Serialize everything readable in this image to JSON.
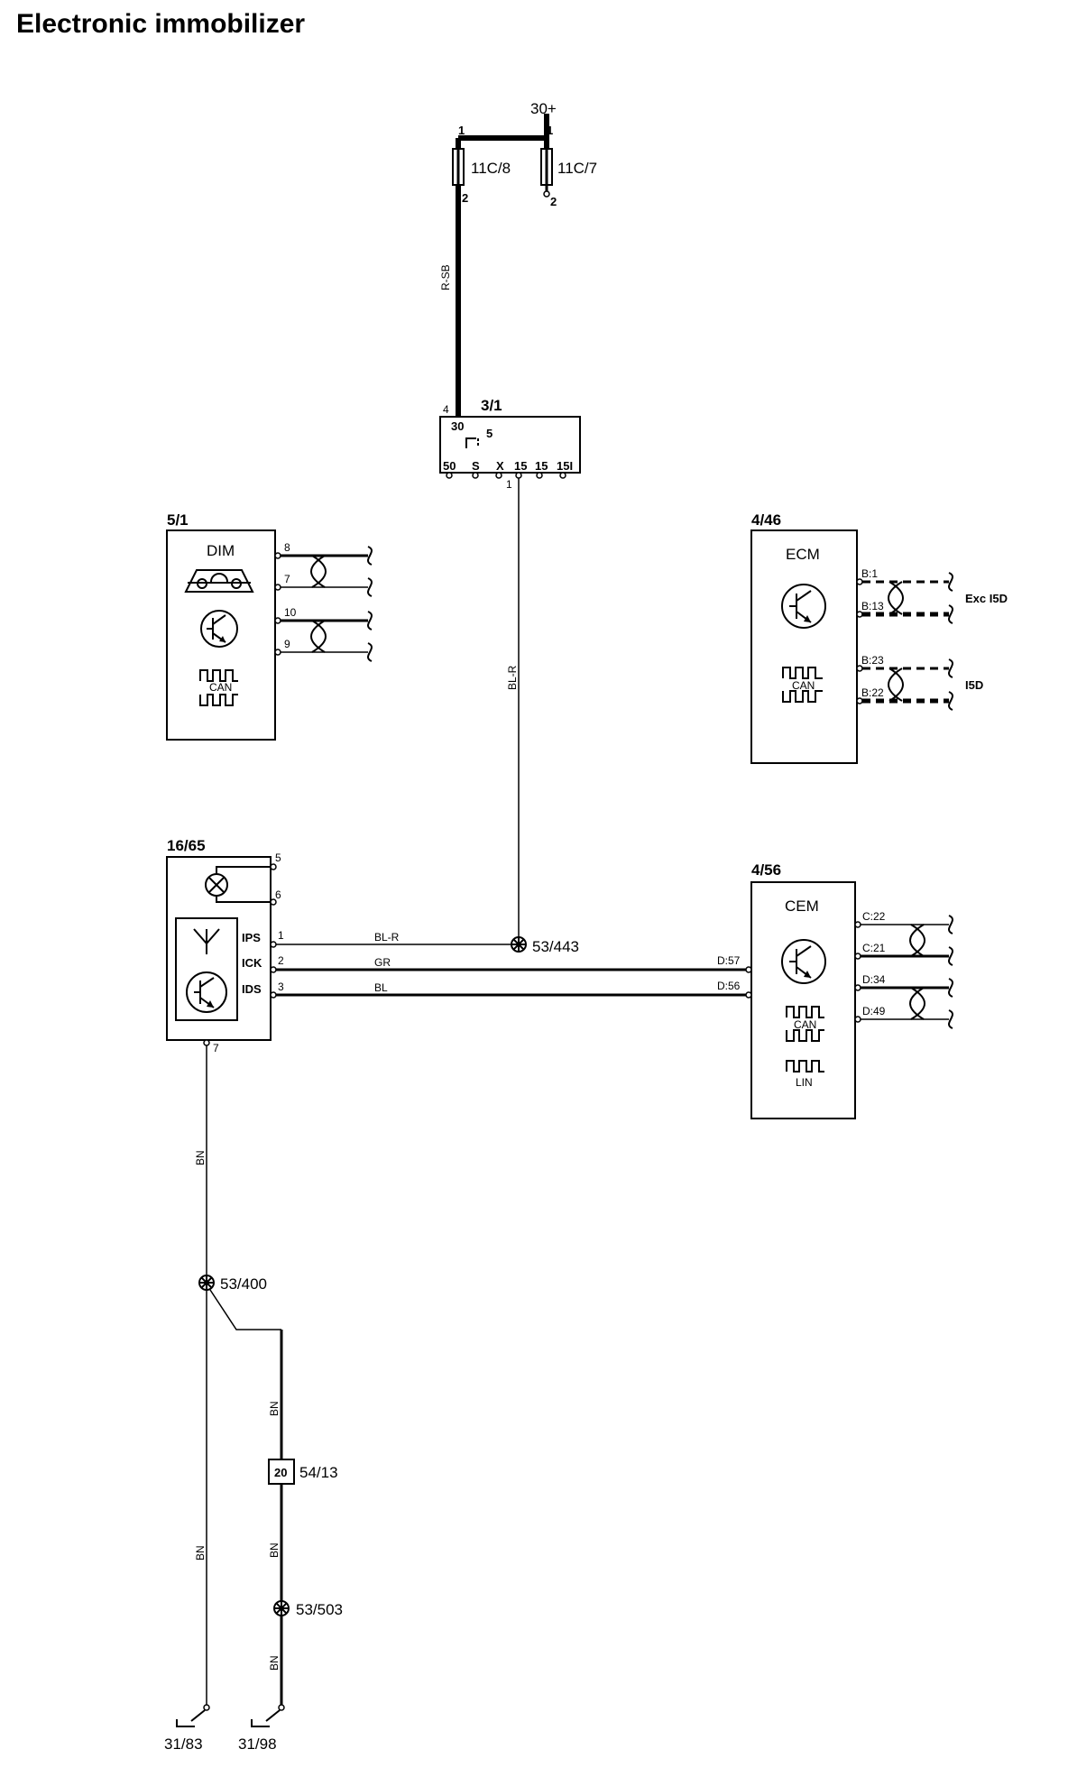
{
  "title": "Electronic immobilizer",
  "power": {
    "supply_label": "30+",
    "fuse_a": {
      "id": "11C/8",
      "pin_in": "1",
      "pin_out": "2"
    },
    "fuse_b": {
      "id": "11C/7",
      "pin_in": "1",
      "pin_out": "2"
    },
    "wire_supply": "R-SB"
  },
  "ignition_switch": {
    "id": "3/1",
    "pin_in": "4",
    "terminal_30": "30",
    "contact_5": "5",
    "terminals": [
      "50",
      "S",
      "X",
      "15",
      "15",
      "15I"
    ],
    "pin_out": "1",
    "wire_out": "BL-R"
  },
  "dim": {
    "id": "5/1",
    "name": "DIM",
    "can_label": "CAN",
    "pins": [
      "8",
      "7",
      "10",
      "9"
    ]
  },
  "ecm": {
    "id": "4/46",
    "name": "ECM",
    "can_label": "CAN",
    "pins": [
      "B:1",
      "B:13",
      "B:23",
      "B:22"
    ],
    "note_a": "Exc I5D",
    "note_b": "I5D"
  },
  "immobilizer": {
    "id": "16/65",
    "pins_lamp": [
      "5",
      "6"
    ],
    "signals": [
      {
        "name": "IPS",
        "pin": "1",
        "wire": "BL-R"
      },
      {
        "name": "ICK",
        "pin": "2",
        "wire": "GR"
      },
      {
        "name": "IDS",
        "pin": "3",
        "wire": "BL"
      }
    ],
    "pin_ground": "7"
  },
  "cem": {
    "id": "4/56",
    "name": "CEM",
    "can_label": "CAN",
    "lin_label": "LIN",
    "bus_pins": [
      "C:22",
      "C:21",
      "D:34",
      "D:49"
    ],
    "input_pins": [
      "D:57",
      "D:56"
    ]
  },
  "splices": {
    "s443": "53/443",
    "s400": "53/400",
    "s503": "53/503"
  },
  "ground": {
    "wire": "BN",
    "connector": {
      "id": "54/13",
      "pin": "20"
    },
    "g1": "31/83",
    "g2": "31/98"
  }
}
